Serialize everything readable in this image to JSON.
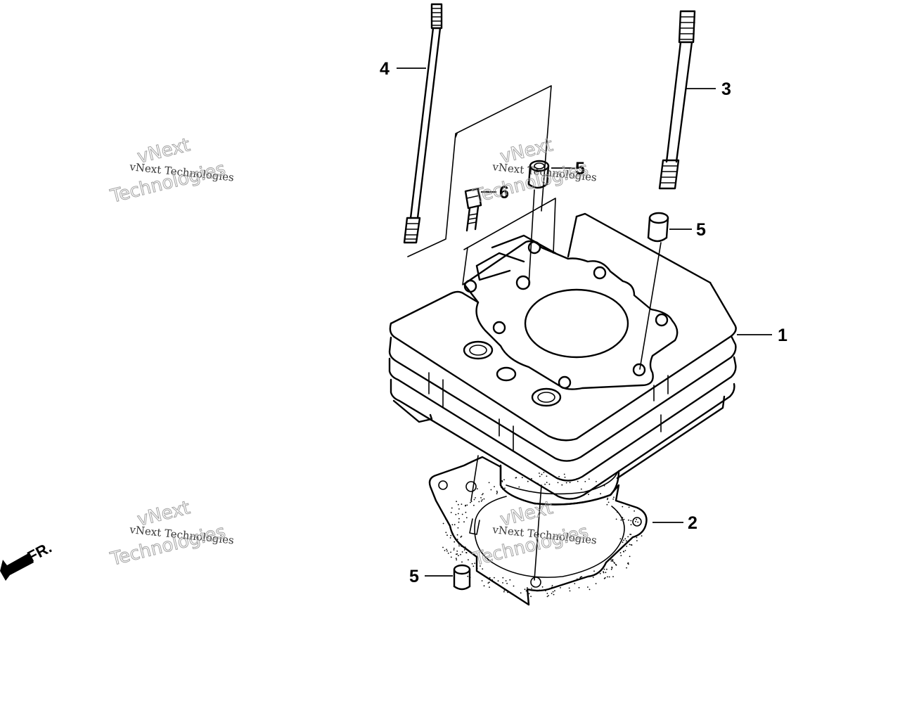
{
  "diagram": {
    "callouts": {
      "c1": "1",
      "c2": "2",
      "c3": "3",
      "c4": "4",
      "c5_top": "5",
      "c5_right": "5",
      "c5_bottom": "5",
      "c6": "6"
    },
    "front_indicator": "FR.",
    "watermark": {
      "line_small": "vNext Technologies",
      "line_large_1": "vNext",
      "line_large_2": "Technologies"
    }
  }
}
